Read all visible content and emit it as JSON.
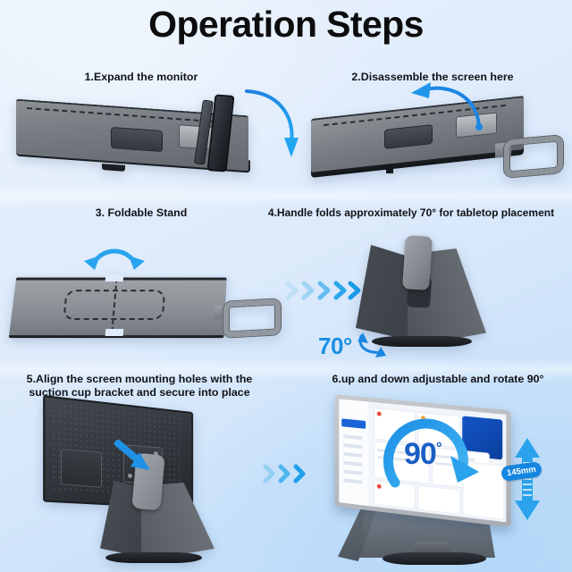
{
  "page": {
    "title": "Operation Steps",
    "background_top": "#e9f2fd",
    "background_bottom": "#bddbf9",
    "accent_blue": "#1486e0",
    "text_color": "#111318"
  },
  "steps": [
    {
      "id": "step-1",
      "caption": "1.Expand the monitor",
      "annotation": "",
      "arrow": "curved-down-arrow"
    },
    {
      "id": "step-2",
      "caption": "2.Disassemble the screen here",
      "annotation": "",
      "arrow": "curved-up-left-arrow"
    },
    {
      "id": "step-3",
      "caption": "3. Foldable Stand",
      "annotation": "",
      "arrow": "double-fold-arrow"
    },
    {
      "id": "step-4",
      "caption": "4.Handle folds approximately 70° for tabletop placement",
      "annotation": "70°",
      "arrow": "chevron-sequence"
    },
    {
      "id": "step-5",
      "caption": "5.Align the screen mounting holes with the suction cup bracket and secure into place",
      "annotation": "",
      "arrow": "straight-blue-arrow"
    },
    {
      "id": "step-6",
      "caption": "6.up and down adjustable and rotate 90°",
      "annotation": "90°",
      "height_label": "145mm",
      "arrow": "rotation-circle-arrow"
    }
  ],
  "labels": {
    "deg70": "70°",
    "deg90_number": "90",
    "deg90_symbol": "°",
    "height_mm": "145mm"
  }
}
